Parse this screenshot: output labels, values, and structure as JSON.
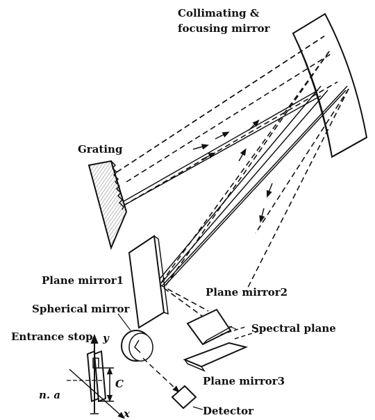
{
  "labels": {
    "collimating_line1": "Collimating &",
    "collimating_line2": "focusing mirror",
    "grating": "Grating",
    "plane_mirror1": "Plane mirror1",
    "plane_mirror2": "Plane mirror2",
    "plane_mirror3": "Plane mirror3",
    "spherical_mirror": "Spherical mirror",
    "spectral_plane": "Spectral plane",
    "entrance_stop": "Entrance stop",
    "detector": "Detector",
    "axis_y": "y",
    "axis_x": "x",
    "dim_c": "C",
    "na": "n. a"
  },
  "colors": {
    "ink": "#111111",
    "background": "#ffffff"
  }
}
